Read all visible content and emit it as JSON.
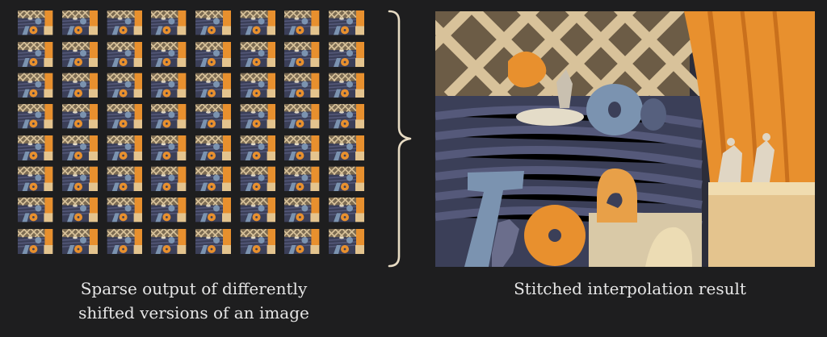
{
  "grid": {
    "rows": 8,
    "cols": 8
  },
  "captions": {
    "left_line1": "Sparse output of differently",
    "left_line2": "shifted versions of an image",
    "right": "Stitched interpolation result"
  },
  "colors": {
    "background": "#1e1e1f",
    "caption_text": "#e6e6e6",
    "brace": "#e8dcc4",
    "orange": "#e8902e",
    "slate_blue": "#7b93b0",
    "lattice": "#d8c29a",
    "fabric_stripe_dark": "#3b3f58",
    "fabric_stripe_light": "#55597a",
    "box_tan": "#e4c48e"
  },
  "icons": {
    "brace": "right-curly-brace"
  }
}
